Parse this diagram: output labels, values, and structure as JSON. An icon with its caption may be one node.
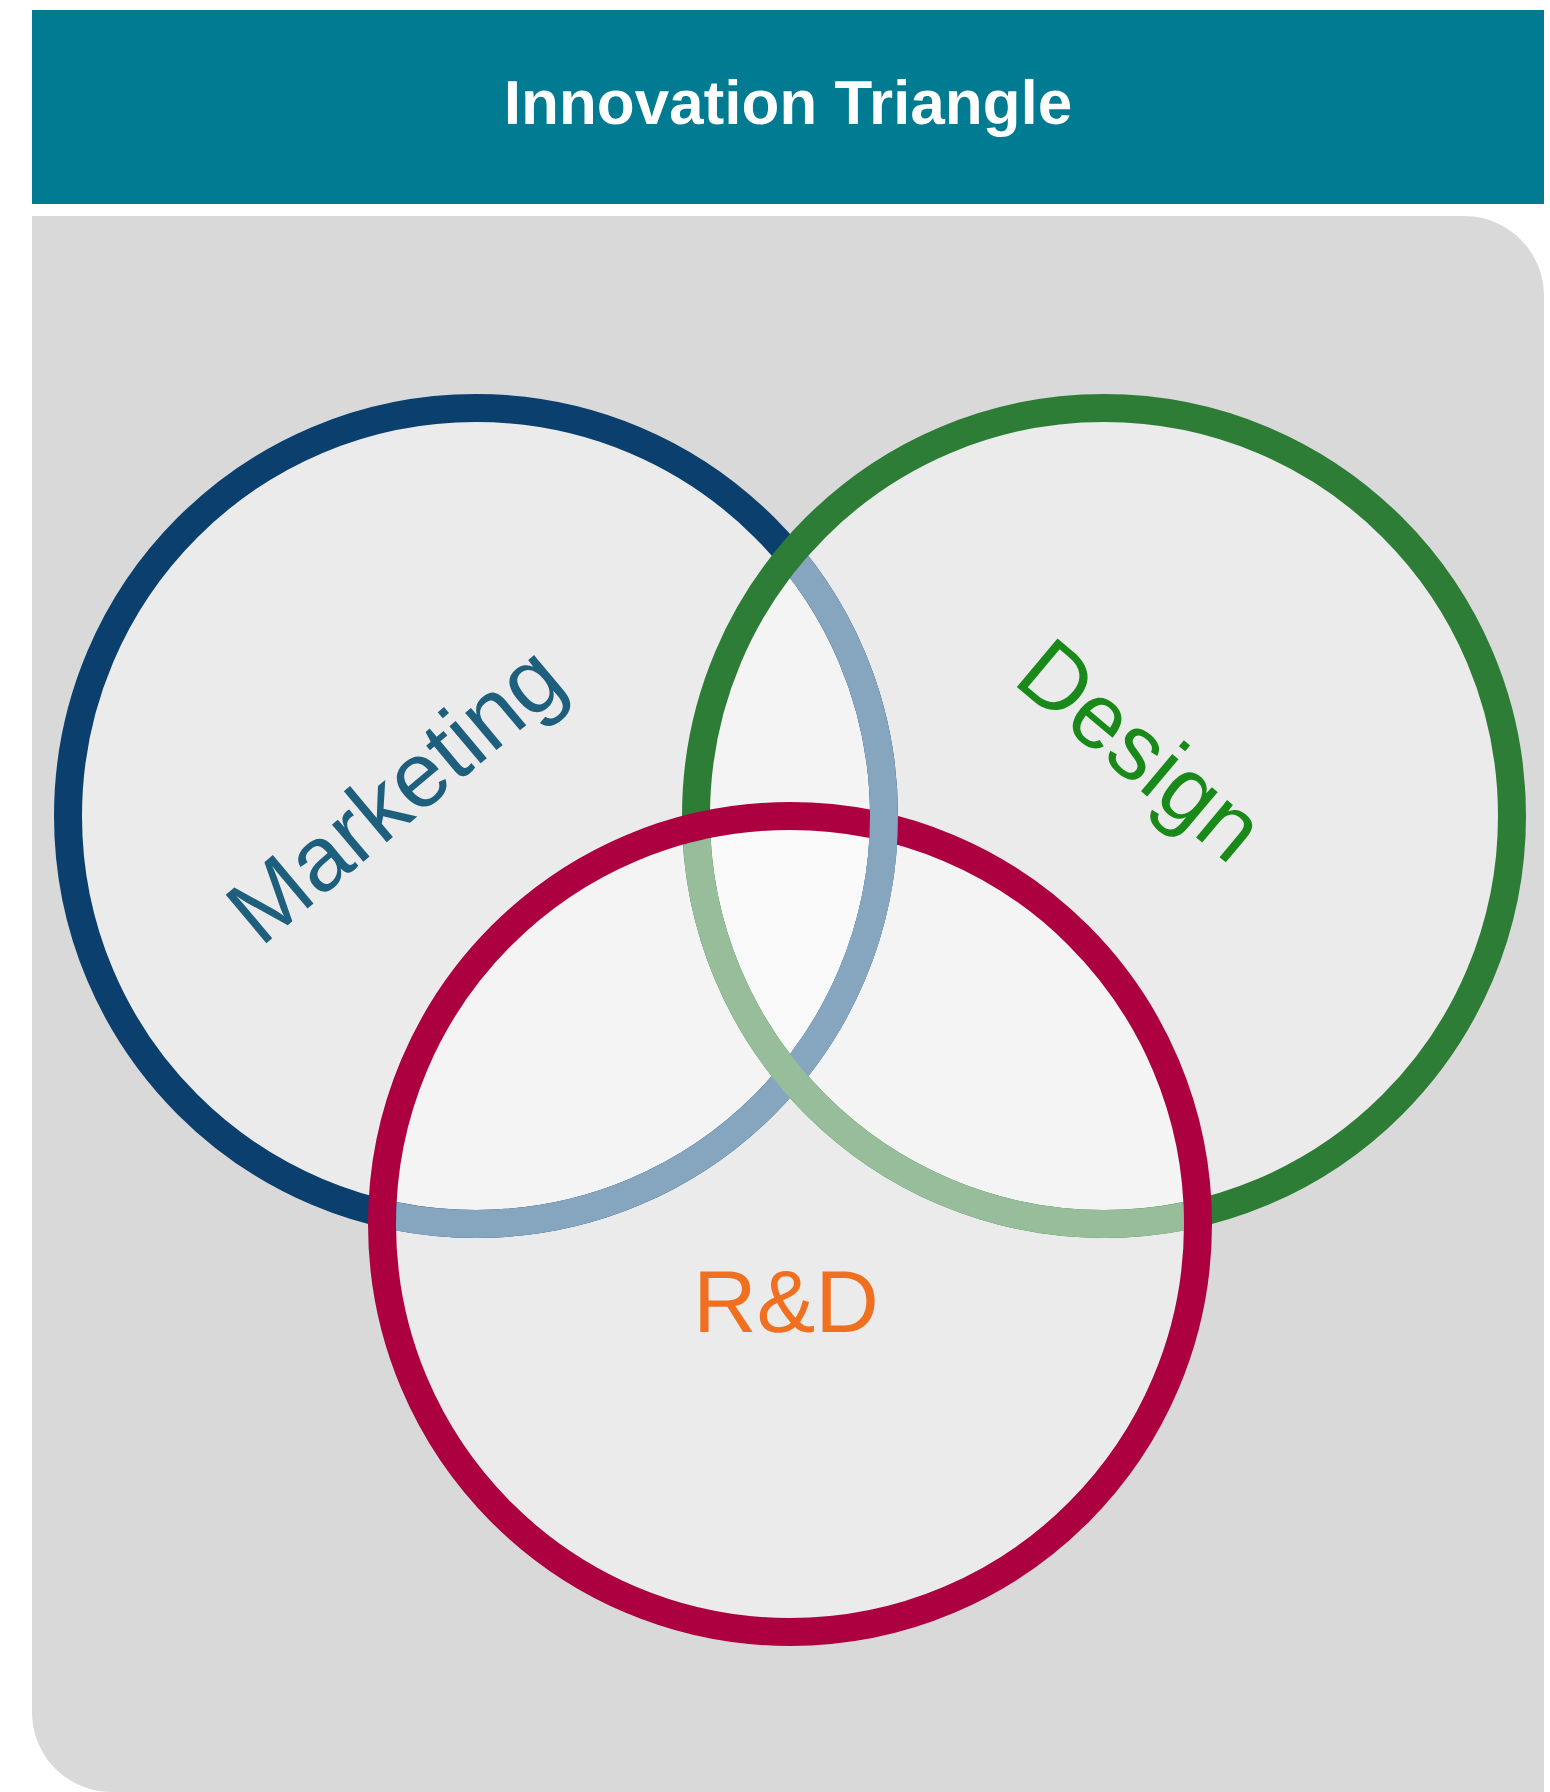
{
  "diagram": {
    "title": "Innovation Triangle",
    "nodes": [
      {
        "text": [
          "Marketing"
        ]
      },
      {
        "text": [
          "Design"
        ]
      },
      {
        "text": [
          "R&D"
        ]
      }
    ]
  }
}
